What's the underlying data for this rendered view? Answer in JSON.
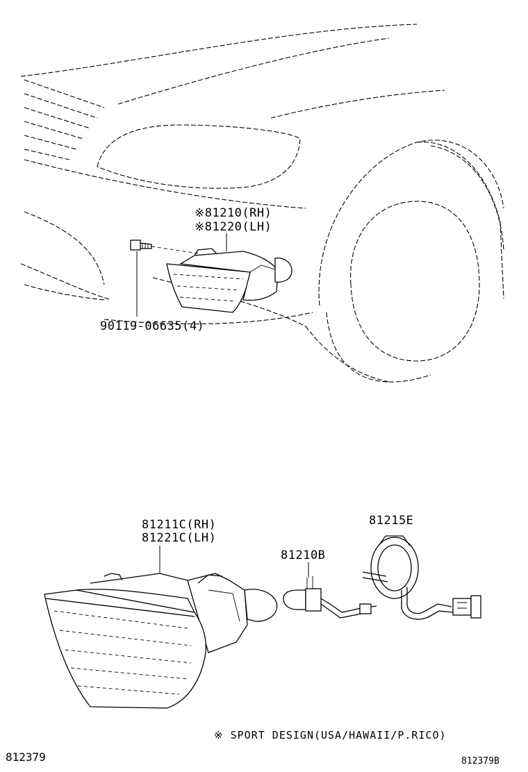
{
  "upper_view": {
    "assembly": {
      "line1": "※81210(RH)",
      "line2": "※81220(LH)"
    },
    "screw": {
      "label": "90119-06635(4)"
    }
  },
  "lower_view": {
    "lamp_unit": {
      "line1": "81211C(RH)",
      "line2": "81221C(LH)"
    },
    "bulb": {
      "label": "81210B"
    },
    "socket": {
      "label": "81215E"
    }
  },
  "footnote": "※ SPORT DESIGN(USA/HAWAII/P.RICO)",
  "footer": {
    "left_code": "812379",
    "right_code": "812379B"
  }
}
